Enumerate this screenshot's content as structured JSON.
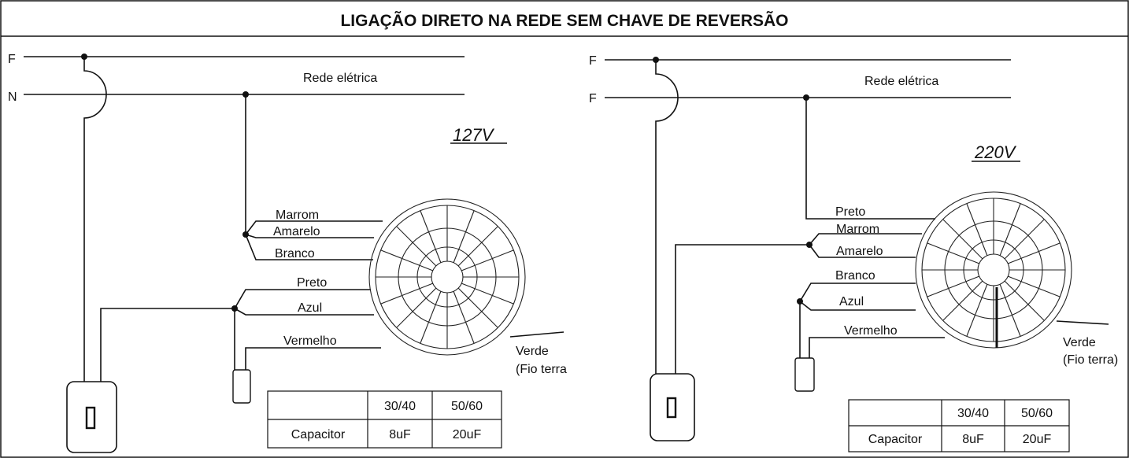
{
  "title": "LIGAÇÃO DIRETO NA REDE SEM CHAVE DE REVERSÃO",
  "left": {
    "line1": "F",
    "line2": "N",
    "network": "Rede elétrica",
    "voltage": "127V",
    "wires": {
      "marrom": "Marrom",
      "amarelo": "Amarelo",
      "branco": "Branco",
      "preto": "Preto",
      "azul": "Azul",
      "vermelho": "Vermelho"
    },
    "ground1": "Verde",
    "ground2": "(Fio terra",
    "table": {
      "col1": "30/40",
      "col2": "50/60",
      "row_label": "Capacitor",
      "v1": "8uF",
      "v2": "20uF"
    }
  },
  "right": {
    "line1": "F",
    "line2": "F",
    "network": "Rede elétrica",
    "voltage": "220V",
    "wires": {
      "preto": "Preto",
      "marrom": "Marrom",
      "amarelo": "Amarelo",
      "branco": "Branco",
      "azul": "Azul",
      "vermelho": "Vermelho"
    },
    "ground1": "Verde",
    "ground2": "(Fio terra)",
    "table": {
      "col1": "30/40",
      "col2": "50/60",
      "row_label": "Capacitor",
      "v1": "8uF",
      "v2": "20uF"
    }
  }
}
